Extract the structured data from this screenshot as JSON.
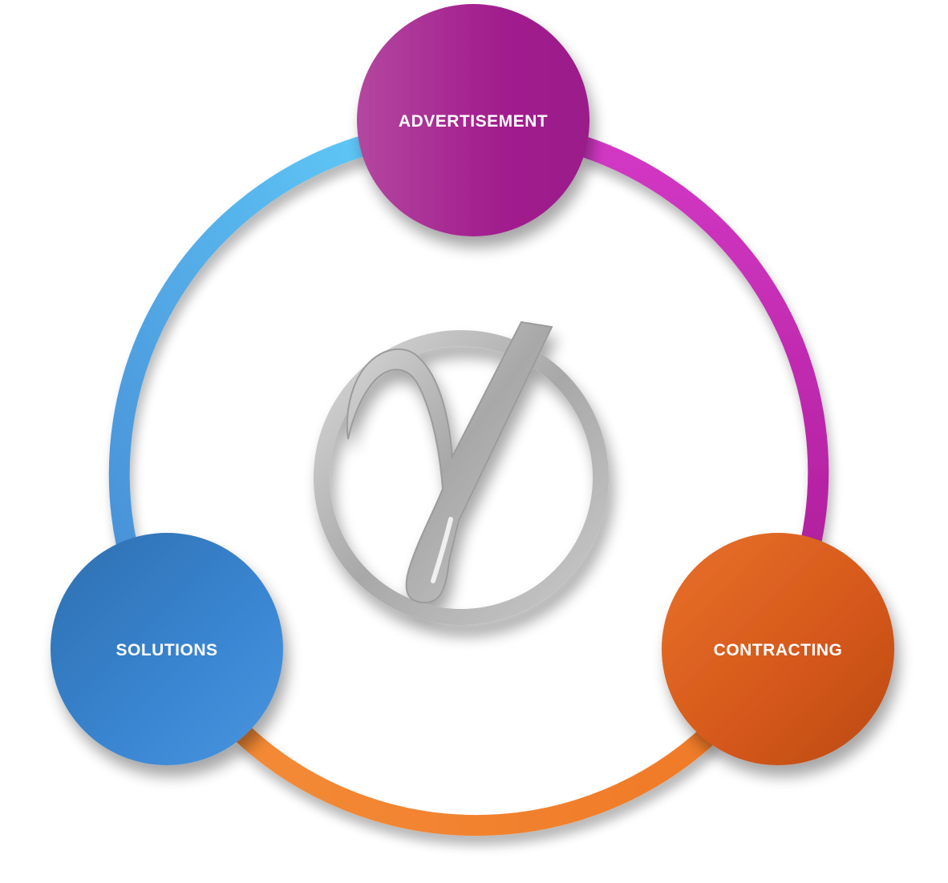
{
  "diagram": {
    "nodes": [
      {
        "id": "advertisement",
        "label": "ADVERTISEMENT",
        "color": "#a0268f"
      },
      {
        "id": "contracting",
        "label": "CONTRACTING",
        "color": "#d9611f"
      },
      {
        "id": "solutions",
        "label": "SOLUTIONS",
        "color": "#3a84cf"
      }
    ],
    "arcs": [
      {
        "from": "advertisement",
        "to": "contracting",
        "color": "#c62bb5"
      },
      {
        "from": "contracting",
        "to": "solutions",
        "color": "#f08a35"
      },
      {
        "from": "solutions",
        "to": "advertisement",
        "color": "#5aa8ef"
      }
    ],
    "center_logo": {
      "icon": "gamma-monogram-logo",
      "color": "#b4b4b4"
    }
  }
}
